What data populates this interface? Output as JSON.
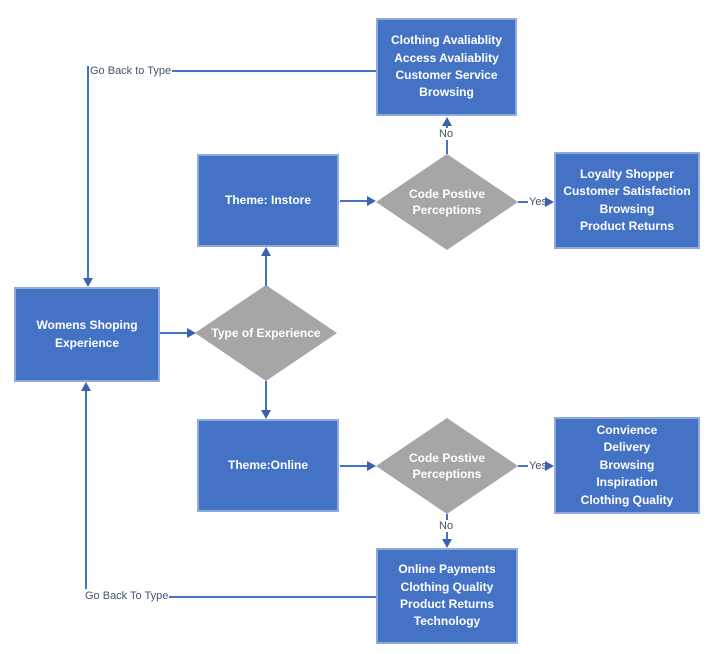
{
  "colors": {
    "box_fill": "#4472C4",
    "box_border": "#8FAADC",
    "diamond_fill": "#A6A6A6",
    "connector": "#4472C4",
    "arrowhead": "#3B62AD",
    "edge_label_text": "#44546A",
    "shape_text": "#FFFFFF",
    "background": "#FFFFFF"
  },
  "nodes": {
    "instore_no_outcomes": {
      "label": "Clothing Avaliablity\nAccess Avaliablity\nCustomer Service\nBrowsing"
    },
    "theme_instore": {
      "label": "Theme: Instore"
    },
    "decision_instore": {
      "label": "Code Postive\nPerceptions"
    },
    "instore_yes_outcomes": {
      "label": "Loyalty Shopper\nCustomer Satisfaction\nBrowsing\nProduct Returns"
    },
    "womens_experience": {
      "label": "Womens Shoping\nExperience"
    },
    "type_of_experience": {
      "label": "Type of Experience"
    },
    "theme_online": {
      "label": "Theme:Online"
    },
    "decision_online": {
      "label": "Code Postive\nPerceptions"
    },
    "online_yes_outcomes": {
      "label": "Convience\nDelivery\nBrowsing\nInspiration\nClothing Quality"
    },
    "online_no_outcomes": {
      "label": "Online Payments\nClothing Quality\nProduct Returns\nTechnology"
    }
  },
  "edges": {
    "go_back_top": {
      "label": "Go Back to Type"
    },
    "no_instore": {
      "label": "No"
    },
    "yes_instore": {
      "label": "Yes"
    },
    "yes_online": {
      "label": "Yes"
    },
    "no_online": {
      "label": "No"
    },
    "go_back_bottom": {
      "label": "Go Back To Type"
    }
  }
}
